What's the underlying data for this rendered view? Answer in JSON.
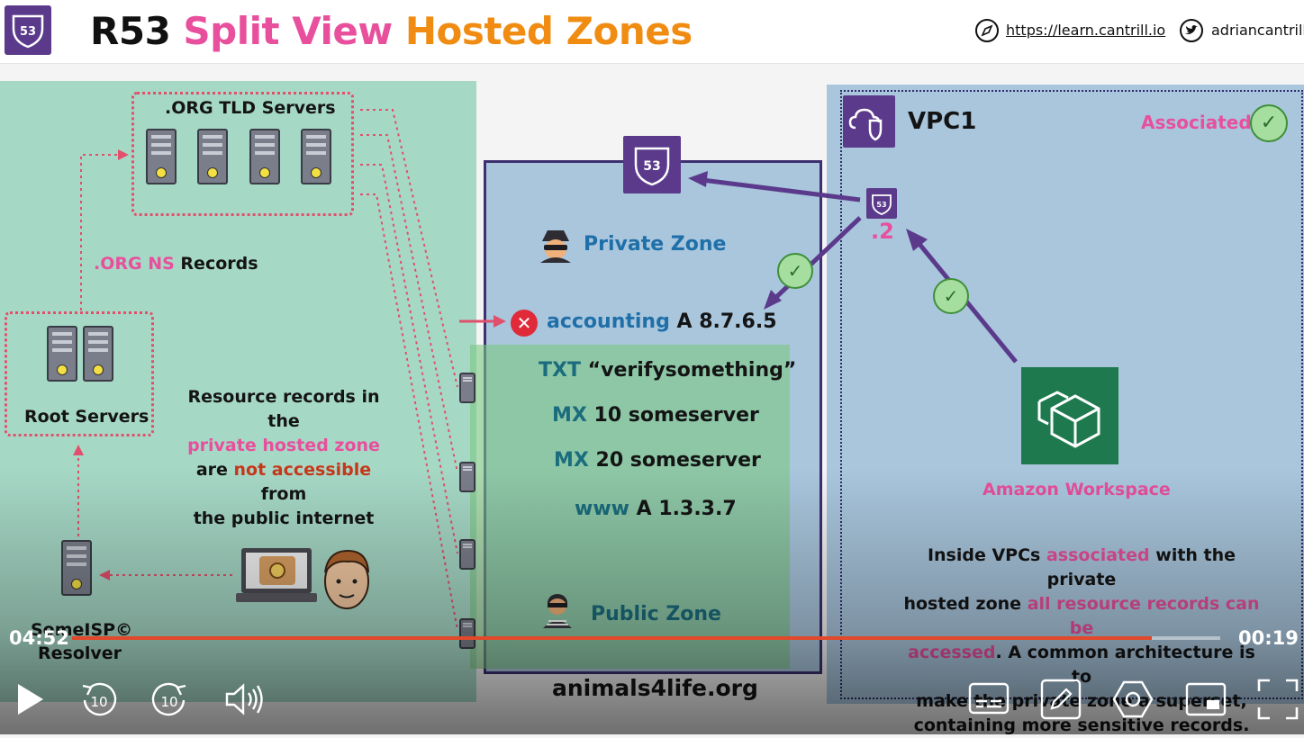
{
  "header": {
    "title_part1": "R53",
    "title_part2": "Split View",
    "title_part3": "Hosted Zones",
    "link_url": "https://learn.cantrill.io",
    "twitter": "adriancantrill",
    "logo_text": "53"
  },
  "diagram": {
    "tld_label": ".ORG TLD Servers",
    "ns_label_colored": ".ORG NS",
    "ns_label_rest": "Records",
    "root_label": "Root Servers",
    "isp_label_line1": "SomeISP©",
    "isp_label_line2": "Resolver",
    "note_line1": "Resource records in the",
    "note_line2": "private hosted zone",
    "note_line3_a": "are",
    "note_line3_b": "not accessible",
    "note_line3_c": "from",
    "note_line4": "the public internet",
    "private_zone": "Private Zone",
    "public_zone": "Public Zone",
    "r53_text": "53",
    "records": {
      "accounting_name": "accounting",
      "accounting_value": "A 8.7.6.5",
      "txt_type": "TXT",
      "txt_value": "“verifysomething”",
      "mx1_type": "MX",
      "mx1_value": "10 someserver",
      "mx2_type": "MX",
      "mx2_value": "20 someserver",
      "www_name": "www",
      "www_value": "A 1.3.3.7"
    },
    "domain": "animals4life.org",
    "vpc_title": "VPC1",
    "associated": "Associated",
    "resolver_ip": ".2",
    "workspace": "Amazon Workspace",
    "vpc_note": {
      "l1_a": "Inside VPCs",
      "l1_b": "associated",
      "l1_c": "with the private",
      "l2_a": "hosted zone",
      "l2_b": "all resource records can be",
      "l3_a": "accessed",
      "l3_b": ". A common architecture is to",
      "l4": "make the private zone a superset,",
      "l5": "containing more sensitive records."
    }
  },
  "player": {
    "current_time": "04:52",
    "remaining_time": "00:19",
    "progress": 0.94,
    "skip_back_label": "10",
    "skip_fwd_label": "10",
    "icons": [
      "play-icon",
      "rewind-10-icon",
      "forward-10-icon",
      "volume-icon",
      "captions-icon",
      "notes-icon",
      "settings-icon",
      "picture-in-picture-icon",
      "fullscreen-icon"
    ]
  },
  "colors": {
    "accent_pink": "#e84f9c",
    "accent_orange": "#f08c12",
    "r53_purple": "#5b3a8c",
    "progress": "#e2492b"
  }
}
